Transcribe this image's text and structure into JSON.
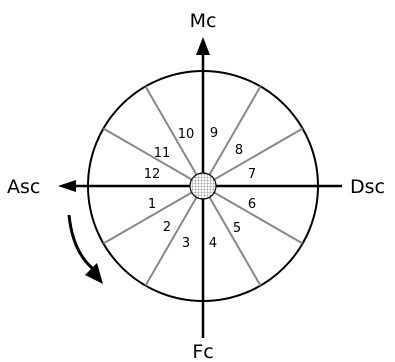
{
  "diagram": {
    "axes": {
      "top": "Mc",
      "left": "Asc",
      "right": "Dsc",
      "bottom": "Fc"
    },
    "houses": [
      "1",
      "2",
      "3",
      "4",
      "5",
      "6",
      "7",
      "8",
      "9",
      "10",
      "11",
      "12"
    ],
    "colors": {
      "stroke": "#000000",
      "cusp": "#888888",
      "background": "#ffffff"
    }
  }
}
